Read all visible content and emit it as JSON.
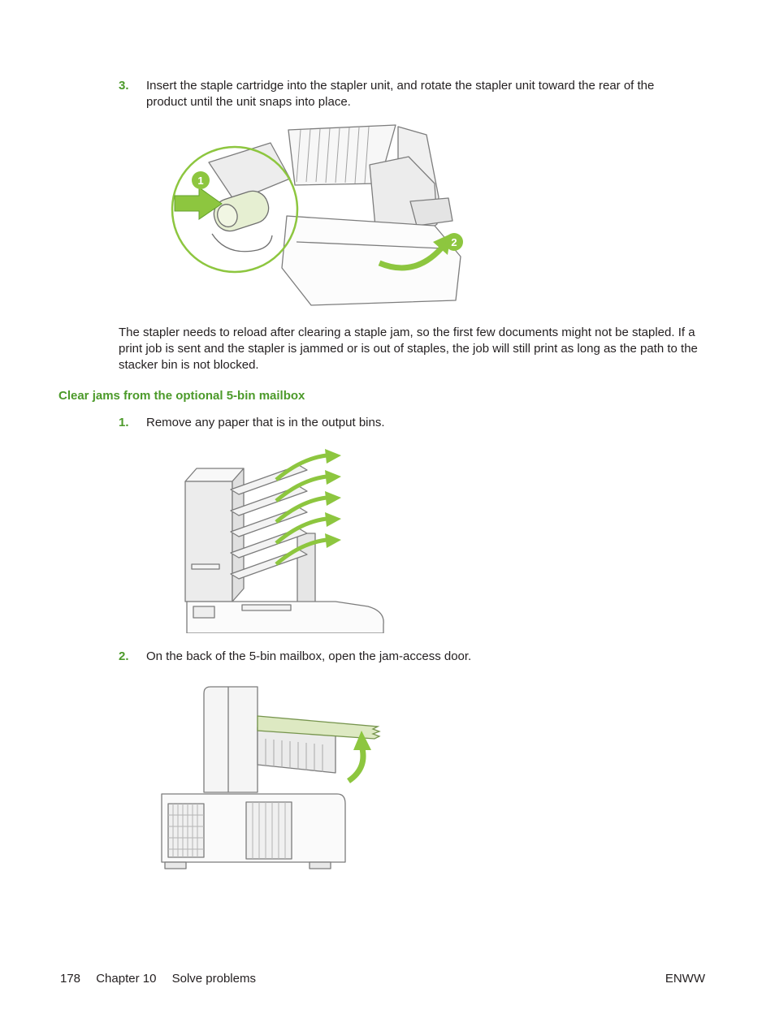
{
  "colors": {
    "heading_green": "#4c9a2a",
    "step_number_green": "#4c9a2a",
    "callout_green": "#8dc63f",
    "illustration_green_light": "#dde9c2"
  },
  "document": {
    "step3": {
      "number": "3.",
      "text": "Insert the staple cartridge into the stapler unit, and rotate the stapler unit toward the rear of the product until the unit snaps into place."
    },
    "stapler_note": "The stapler needs to reload after clearing a staple jam, so the first few documents might not be stapled. If a print job is sent and the stapler is jammed or is out of staples, the job will still print as long as the path to the stacker bin is not blocked.",
    "section_heading": "Clear jams from the optional 5-bin mailbox",
    "step1": {
      "number": "1.",
      "text": "Remove any paper that is in the output bins."
    },
    "step2": {
      "number": "2.",
      "text": "On the back of the 5-bin mailbox, open the jam-access door."
    },
    "figure1": {
      "callout1": "1",
      "callout2": "2"
    }
  },
  "footer": {
    "page_number": "178",
    "chapter_label": "Chapter 10",
    "section_label": "Solve problems",
    "right_label": "ENWW"
  }
}
